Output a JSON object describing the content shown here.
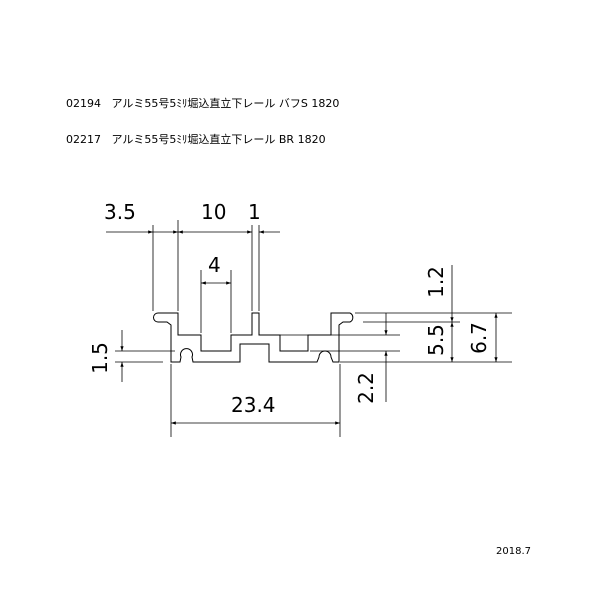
{
  "products": [
    {
      "code": "02194",
      "name": "アルミ55号5ﾐﾘ堀込直立下レール バフS 1820"
    },
    {
      "code": "02217",
      "name": "アルミ55号5ﾐﾘ堀込直立下レール BR 1820"
    }
  ],
  "dimensions": {
    "d1": "3.5",
    "d2": "10",
    "d3": "1",
    "d4": "4",
    "d5": "1.2",
    "d6": "5.5",
    "d7": "6.7",
    "d8": "1.5",
    "d9": "2.2",
    "d10": "23.4"
  },
  "date": "2018.7"
}
